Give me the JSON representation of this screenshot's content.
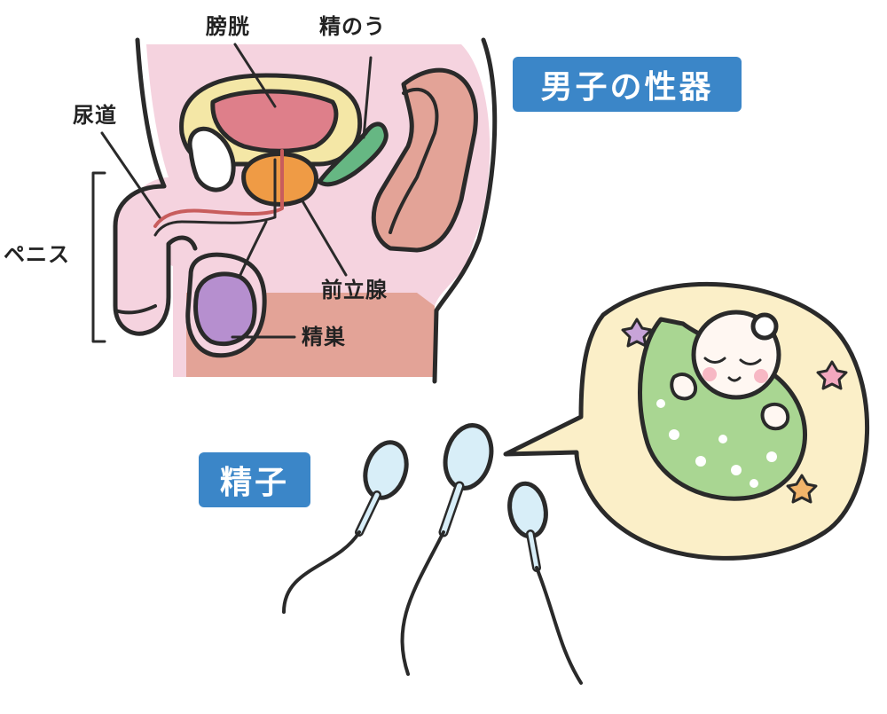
{
  "title": "男子の性器",
  "sperm_title": "精子",
  "labels": {
    "bladder": "膀胱",
    "seminal_vesicle": "精のう",
    "urethra": "尿道",
    "penis": "ペニス",
    "prostate": "前立腺",
    "testis": "精巣"
  },
  "colors": {
    "badge": "#3b86c8",
    "body": "#f5d3df",
    "inner": "#e3a397",
    "bladder": "#de7f8a",
    "bladder_rim": "#f4e7a6",
    "prostate": "#ef9b45",
    "seminal_vesicle": "#66b783",
    "testis": "#b68fcf",
    "bubble": "#fbefc8",
    "blanket": "#a9d692",
    "sperm": "#d8eef8"
  }
}
